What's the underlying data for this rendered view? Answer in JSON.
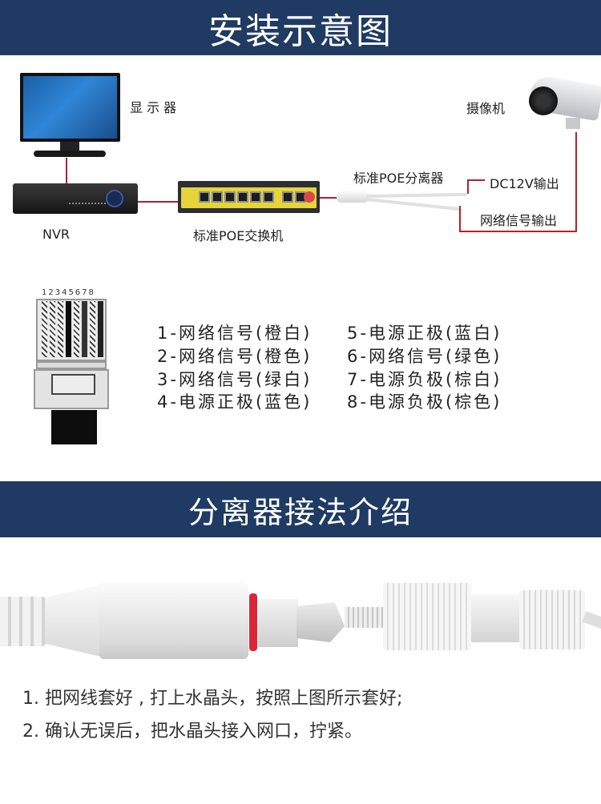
{
  "section1": {
    "title": "安装示意图",
    "labels": {
      "monitor": "显 示 器",
      "nvr": "NVR",
      "switch": "标准POE交换机",
      "splitter": "标准POE分离器",
      "camera": "摄像机",
      "dc_out": "DC12V输出",
      "net_out": "网络信号输出"
    },
    "rj45_pin_numbers": "12345678",
    "pinout_left": [
      "1-网络信号(橙白)",
      "2-网络信号(橙色)",
      "3-网络信号(绿白)",
      "4-电源正极(蓝色)"
    ],
    "pinout_right": [
      "5-电源正极(蓝白)",
      "6-网络信号(绿色)",
      "7-电源负极(棕白)",
      "8-电源负极(棕色)"
    ]
  },
  "section2": {
    "title": "分离器接法介绍",
    "steps": [
      "1. 把网线套好 , 打上水晶头，按照上图所示套好;",
      "2. 确认无误后，把水晶头接入网口，拧紧。"
    ]
  },
  "colors": {
    "banner": "#1f3a63",
    "wire": "#b5202b",
    "oring": "#d9263a"
  }
}
